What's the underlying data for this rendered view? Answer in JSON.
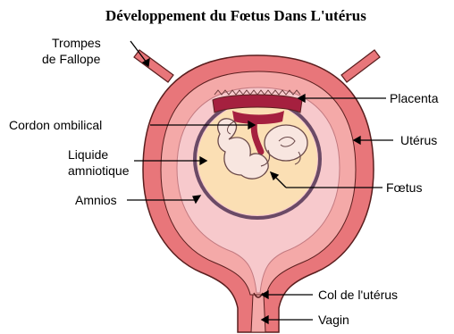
{
  "title": "Développement du Fœtus Dans L'utérus",
  "labels": {
    "trompes_line1": "Trompes",
    "trompes_line2": "de Fallope",
    "placenta": "Placenta",
    "cordon": "Cordon ombilical",
    "uterus": "Utérus",
    "liquide_line1": "Liquide",
    "liquide_line2": "amniotique",
    "foetus": "Fœtus",
    "amnios": "Amnios",
    "col": "Col de l'utérus",
    "vagin": "Vagin"
  },
  "colors": {
    "uterus_wall": "#e8767a",
    "uterus_inner": "#f4a9a8",
    "amniotic_sac": "#f7c9cc",
    "fluid": "#fbdfb4",
    "placenta": "#a5203f",
    "outline": "#5a1e1e"
  }
}
